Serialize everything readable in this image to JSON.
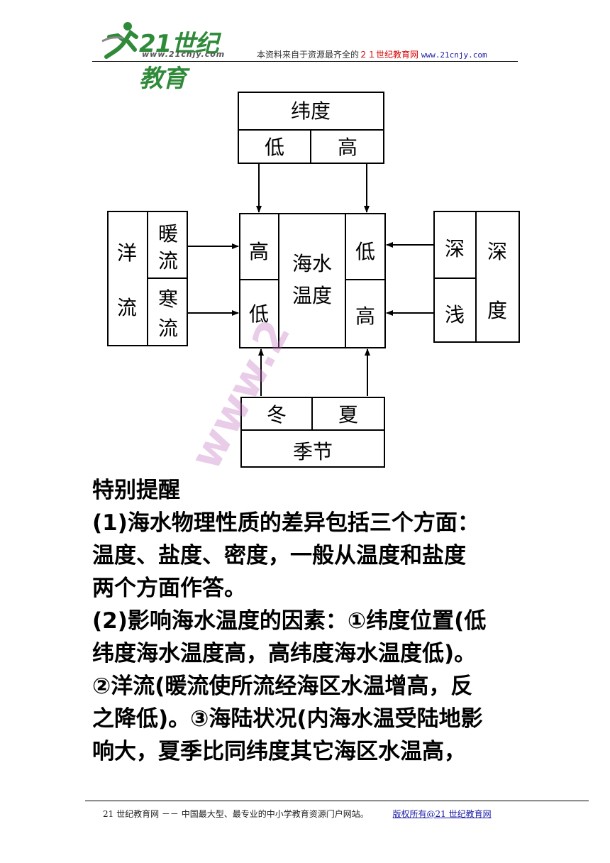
{
  "header": {
    "logo_text": "21世纪教育",
    "logo_url": "www.21cnjy.com",
    "note_prefix": "本资料来自于资源最齐全的",
    "note_red": "２１世纪教育网",
    "note_url": "www.21cnjy.com"
  },
  "diagram": {
    "latitude": {
      "title": "纬度",
      "low": "低",
      "high": "高"
    },
    "currents": {
      "label_1": "洋",
      "label_2": "流",
      "warm": [
        "暖",
        "流"
      ],
      "cold": [
        "寒",
        "流"
      ]
    },
    "center": {
      "high_top": "高",
      "low_bottom": "低",
      "title": [
        "海水",
        "温度"
      ],
      "low_top": "低",
      "high_bottom": "高"
    },
    "depth": {
      "label_1": "深",
      "label_2": "度",
      "deep": "深",
      "shallow": "浅"
    },
    "season": {
      "winter": "冬",
      "summer": "夏",
      "title": "季节"
    }
  },
  "watermark": "www.2",
  "notes": {
    "heading": "特别提醒",
    "lines": [
      "(1)海水物理性质的差异包括三个方面：",
      "温度、盐度、密度，一般从温度和盐度",
      "两个方面作答。",
      "(2)影响海水温度的因素：①纬度位置(低",
      "纬度海水温度高，高纬度海水温度低)。",
      "②洋流(暖流使所流经海区水温增高，反",
      "之降低)。③海陆状况(内海水温受陆地影",
      "响大，夏季比同纬度其它海区水温高，"
    ]
  },
  "footer": {
    "site_text": "21 世纪教育网 －－ 中国最大型、最专业的中小学教育资源门户网站。",
    "rights_text": "版权所有@21 世纪教育网"
  }
}
